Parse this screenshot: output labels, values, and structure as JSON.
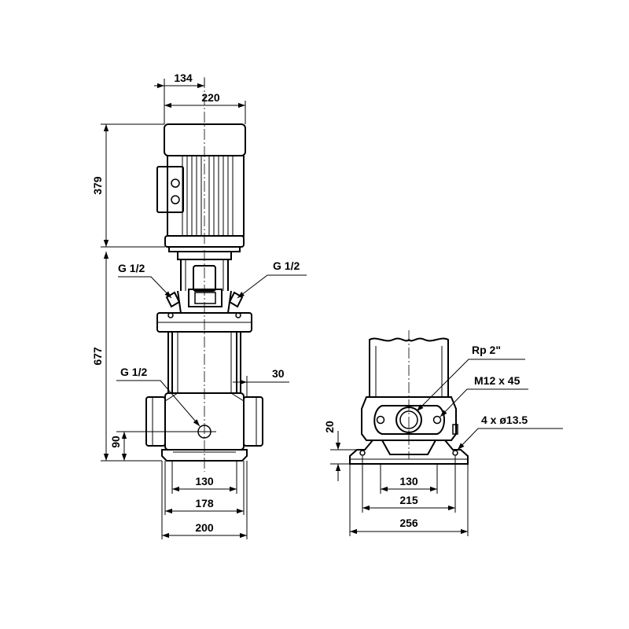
{
  "front_view": {
    "dim_top_134": "134",
    "dim_top_220": "220",
    "dim_left_379": "379",
    "dim_left_677": "677",
    "dim_left_90": "90",
    "dim_side_30": "30",
    "dim_bottom_130": "130",
    "dim_bottom_178": "178",
    "dim_bottom_200": "200",
    "label_vent_left": "G 1/2",
    "label_vent_right": "G 1/2",
    "label_drain": "G 1/2"
  },
  "side_view": {
    "dim_height_20": "20",
    "dim_bottom_130": "130",
    "dim_bottom_215": "215",
    "dim_bottom_256": "256",
    "label_port": "Rp 2\"",
    "label_bolts": "M12 x 45",
    "label_holes": "4 x ø13.5"
  }
}
